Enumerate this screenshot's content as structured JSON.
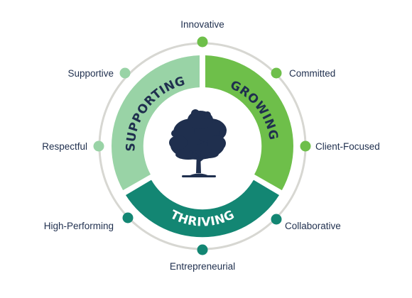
{
  "segments": [
    {
      "id": "growing",
      "label": "GROWING",
      "color": "#6ebf4a",
      "text_color": "#1f2f4e"
    },
    {
      "id": "thriving",
      "label": "THRIVING",
      "color": "#138673",
      "text_color": "#ffffff"
    },
    {
      "id": "supporting",
      "label": "SUPPORTING",
      "color": "#99d3a6",
      "text_color": "#1f2f4e"
    }
  ],
  "values": [
    {
      "id": "innovative",
      "label": "Innovative",
      "color": "#6ebf4a"
    },
    {
      "id": "committed",
      "label": "Committed",
      "color": "#6ebf4a"
    },
    {
      "id": "client-focused",
      "label": "Client-Focused",
      "color": "#6ebf4a"
    },
    {
      "id": "collaborative",
      "label": "Collaborative",
      "color": "#138673"
    },
    {
      "id": "entrepreneurial",
      "label": "Entrepreneurial",
      "color": "#138673"
    },
    {
      "id": "high-performing",
      "label": "High-Performing",
      "color": "#138673"
    },
    {
      "id": "respectful",
      "label": "Respectful",
      "color": "#99d3a6"
    },
    {
      "id": "supportive",
      "label": "Supportive",
      "color": "#99d3a6"
    }
  ],
  "colors": {
    "outer_ring": "#d7d7d2",
    "tree": "#1f2f4e",
    "label_text": "#1f2f4e",
    "background": "#ffffff"
  },
  "center_icon": "oak-tree-icon"
}
